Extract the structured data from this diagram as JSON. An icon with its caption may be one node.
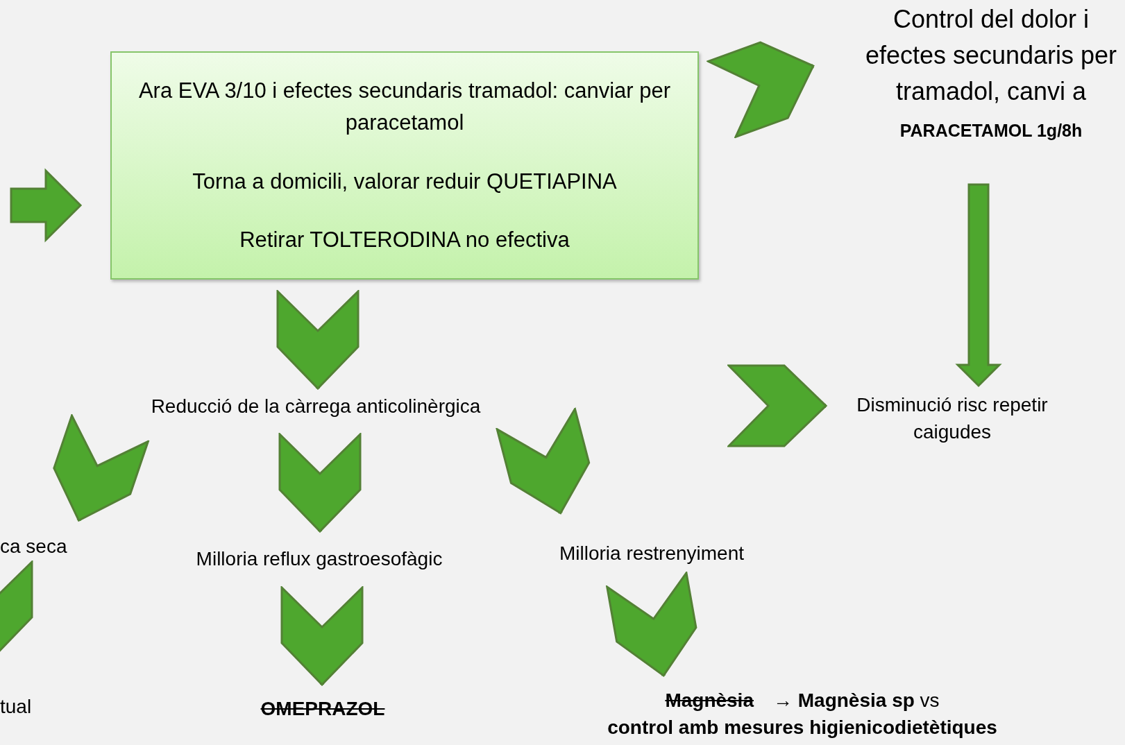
{
  "diagram": {
    "nodes": [
      {
        "text": [
          "Ara EVA 3/10 i efectes secundaris tramadol: canviar per paracetamol",
          "Torna a domicili, valorar reduir QUETIAPINA",
          "Retirar TOLTERODINA no efectiva"
        ]
      },
      {
        "text": [
          "Control del dolor i efectes secundaris per tramadol, canvi a **PARACETAMOL 1g/8h**"
        ]
      },
      {
        "text": [
          "Reducció de la càrrega anticolinèrgica"
        ]
      },
      {
        "text": [
          "Disminució risc repetir caigudes"
        ]
      },
      {
        "text": [
          "ca seca"
        ]
      },
      {
        "text": [
          "Milloria reflux gastroesofàgic"
        ]
      },
      {
        "text": [
          "Milloria restrenyiment"
        ]
      },
      {
        "text": [
          "tual"
        ]
      },
      {
        "text": [
          "OMEPRAZOL"
        ]
      },
      {
        "text": [
          "Magnèsia",
          "→ **Magnèsia sp** vs",
          "control amb mesures higienicodietètiques"
        ]
      }
    ],
    "edges": [
      {
        "from": null,
        "to": 0,
        "arrow": "to"
      },
      {
        "from": 0,
        "to": 1,
        "arrow": "to"
      },
      {
        "from": 1,
        "to": 3,
        "arrow": "to"
      },
      {
        "from": 0,
        "to": 2,
        "arrow": "to"
      },
      {
        "from": null,
        "to": 3,
        "arrow": "to"
      },
      {
        "from": 2,
        "to": 4,
        "arrow": "to"
      },
      {
        "from": 2,
        "to": 5,
        "arrow": "to"
      },
      {
        "from": 2,
        "to": 6,
        "arrow": "to"
      },
      {
        "from": 4,
        "to": 7,
        "arrow": "to"
      },
      {
        "from": 5,
        "to": 8,
        "arrow": "to"
      },
      {
        "from": 6,
        "to": 9,
        "arrow": "to"
      }
    ]
  }
}
